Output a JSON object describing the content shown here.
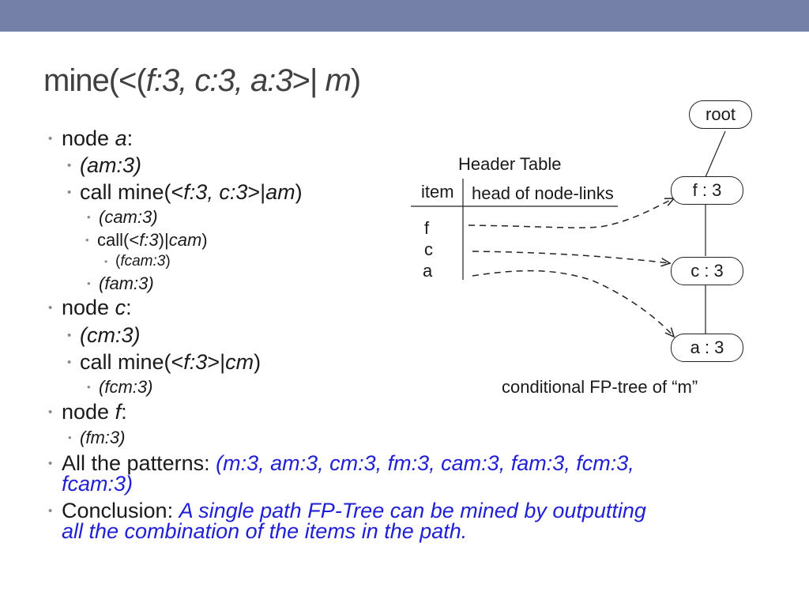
{
  "title": {
    "prefix": "mine(<(",
    "italic_items": "f:3, c:3, a:3",
    "middle": ">| ",
    "italic_suffix": "m",
    "close": ")"
  },
  "bullets": {
    "node_a": {
      "label": "node ",
      "item": "a",
      "colon": ":"
    },
    "am3": "(am:3)",
    "call_mine_am": {
      "a": "call mine(<",
      "b": "f:3, c:3",
      "c": ">|",
      "d": "am",
      "e": ")"
    },
    "cam3": "(cam:3)",
    "call_cam": {
      "a": "call(<",
      "b": "f:3",
      "c": ")|",
      "d": "cam",
      "e": ")"
    },
    "fcam3": {
      "a": "(",
      "b": "fcam:3",
      "c": ")"
    },
    "fam3": "(fam:3)",
    "node_c": {
      "label": "node ",
      "item": "c",
      "colon": ":"
    },
    "cm3": "(cm:3)",
    "call_mine_cm": {
      "a": "call mine(<",
      "b": "f:3",
      "c": ">|",
      "d": "cm",
      "e": ")"
    },
    "fcm3": "(fcm:3)",
    "node_f": {
      "label": "node ",
      "item": "f",
      "colon": ":"
    },
    "fm3": "(fm:3)",
    "all_patterns": {
      "label": "All the patterns: ",
      "line1": "(m:3, am:3, cm:3, fm:3, cam:3, fam:3, fcm:3,",
      "line2": "fcam:3)"
    },
    "conclusion": {
      "label": "Conclusion: ",
      "line1": "A single path FP-Tree can be mined by outputting",
      "line2": "all the combination of the items in the path."
    }
  },
  "diagram": {
    "header_table_title": "Header Table",
    "col_item": "item",
    "col_head": "head of node-links",
    "items": [
      "f",
      "c",
      "a"
    ],
    "nodes": {
      "root": "root",
      "f": "f : 3",
      "c": "c : 3",
      "a": "a : 3"
    },
    "caption": "conditional FP-tree of “m”"
  },
  "colors": {
    "topbar": "#7480a8",
    "title": "#404040",
    "accent_blue": "#1f1fd6",
    "bullet": "#8a8a8a"
  }
}
